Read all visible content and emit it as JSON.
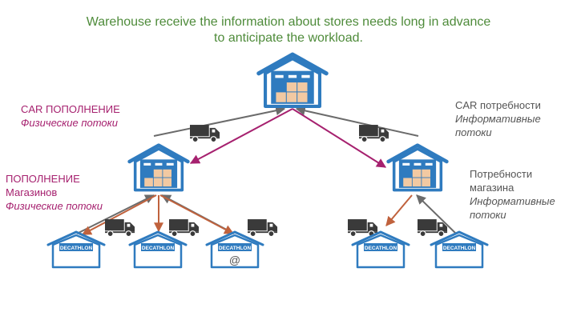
{
  "headline": {
    "line1": "Warehouse receive the information about stores needs long in advance",
    "line2": "to anticipate the workload."
  },
  "labels": {
    "car_supply_title": "CAR ПОПОЛНЕНИЕ",
    "car_supply_sub": "Физические потоки",
    "car_needs_title": "CAR потребности",
    "car_needs_sub1": "Информативные",
    "car_needs_sub2": "потоки",
    "store_supply_title": "ПОПОЛНЕНИЕ",
    "store_supply_sub1": "Магазинов",
    "store_supply_sub2": "Физические потоки",
    "store_needs_title1": "Потребности",
    "store_needs_title2": "магазина",
    "store_needs_sub1": "Информативные",
    "store_needs_sub2": "потоки"
  },
  "stores": {
    "brand": "DECATHLON",
    "online_symbol": "@"
  },
  "colors": {
    "headline": "#4e8b3a",
    "supply_label": "#a6216f",
    "needs_label": "#555555",
    "warehouse_blue": "#2f7bbf",
    "box_tan": "#f2c9a2",
    "truck": "#3a3a3a",
    "physical_arrow": "#a6216f",
    "store_arrow": "#c0623d",
    "info_arrow": "#6b6b6b"
  },
  "icons": [
    "warehouse-icon",
    "truck-icon",
    "store-icon"
  ]
}
